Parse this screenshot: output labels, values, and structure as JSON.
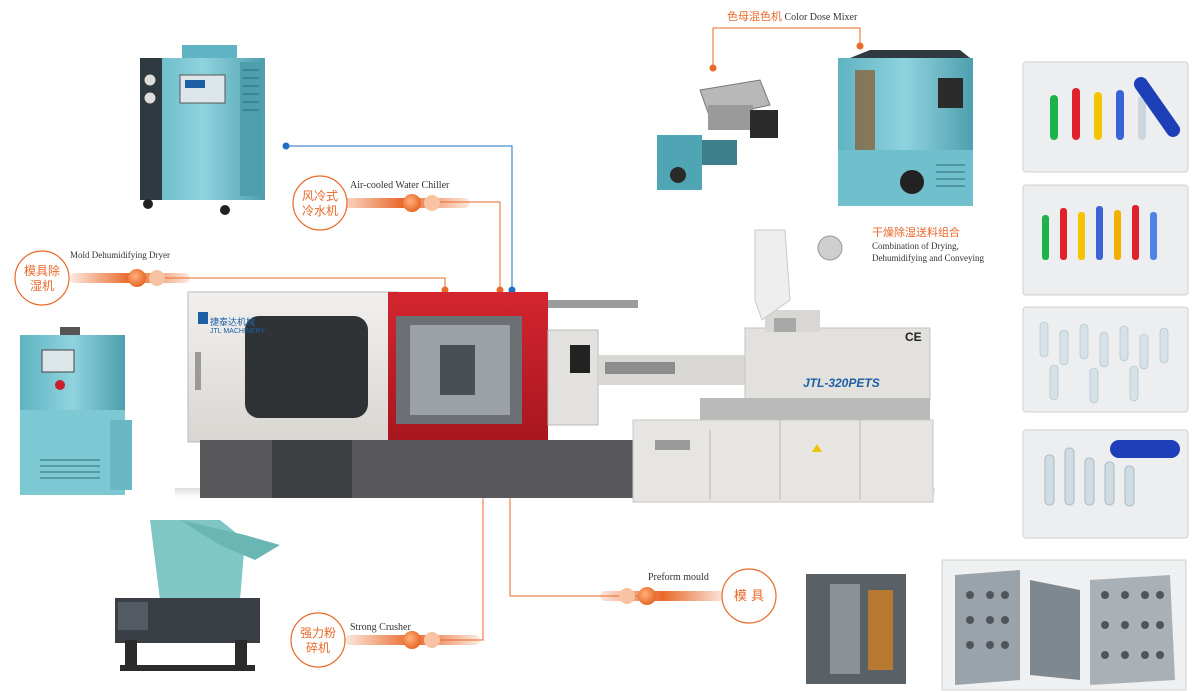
{
  "colors": {
    "accent": "#e8692a",
    "link": "#1f6fc0",
    "machine_body": "#e9e6e2",
    "machine_red": "#c8202c",
    "equipment_teal": "#6fc3d0"
  },
  "machine": {
    "brand_cn": "捷泰达机械",
    "brand_en": "JTL MACHINERY",
    "model": "JTL-320PETS",
    "ce_mark": "CE"
  },
  "chiller": {
    "label_en": "Air-cooled Water Chiller",
    "label_cn_1": "风冷式",
    "label_cn_2": "冷水机"
  },
  "dryer": {
    "label_en": "Mold Dehumidifying Dryer",
    "label_cn_1": "模具除",
    "label_cn_2": "湿机"
  },
  "mixer": {
    "label_cn": "色母混色机",
    "label_en": "Color Dose Mixer"
  },
  "combo": {
    "label_cn": "干燥除湿送料组合",
    "label_en_1": "Combination of Drying,",
    "label_en_2": "Dehumidifying and Conveying"
  },
  "crusher": {
    "label_en": "Strong Crusher",
    "label_cn_1": "强力粉",
    "label_cn_2": "碎机"
  },
  "mould": {
    "label_en": "Preform mould",
    "label_cn": "模 具"
  }
}
